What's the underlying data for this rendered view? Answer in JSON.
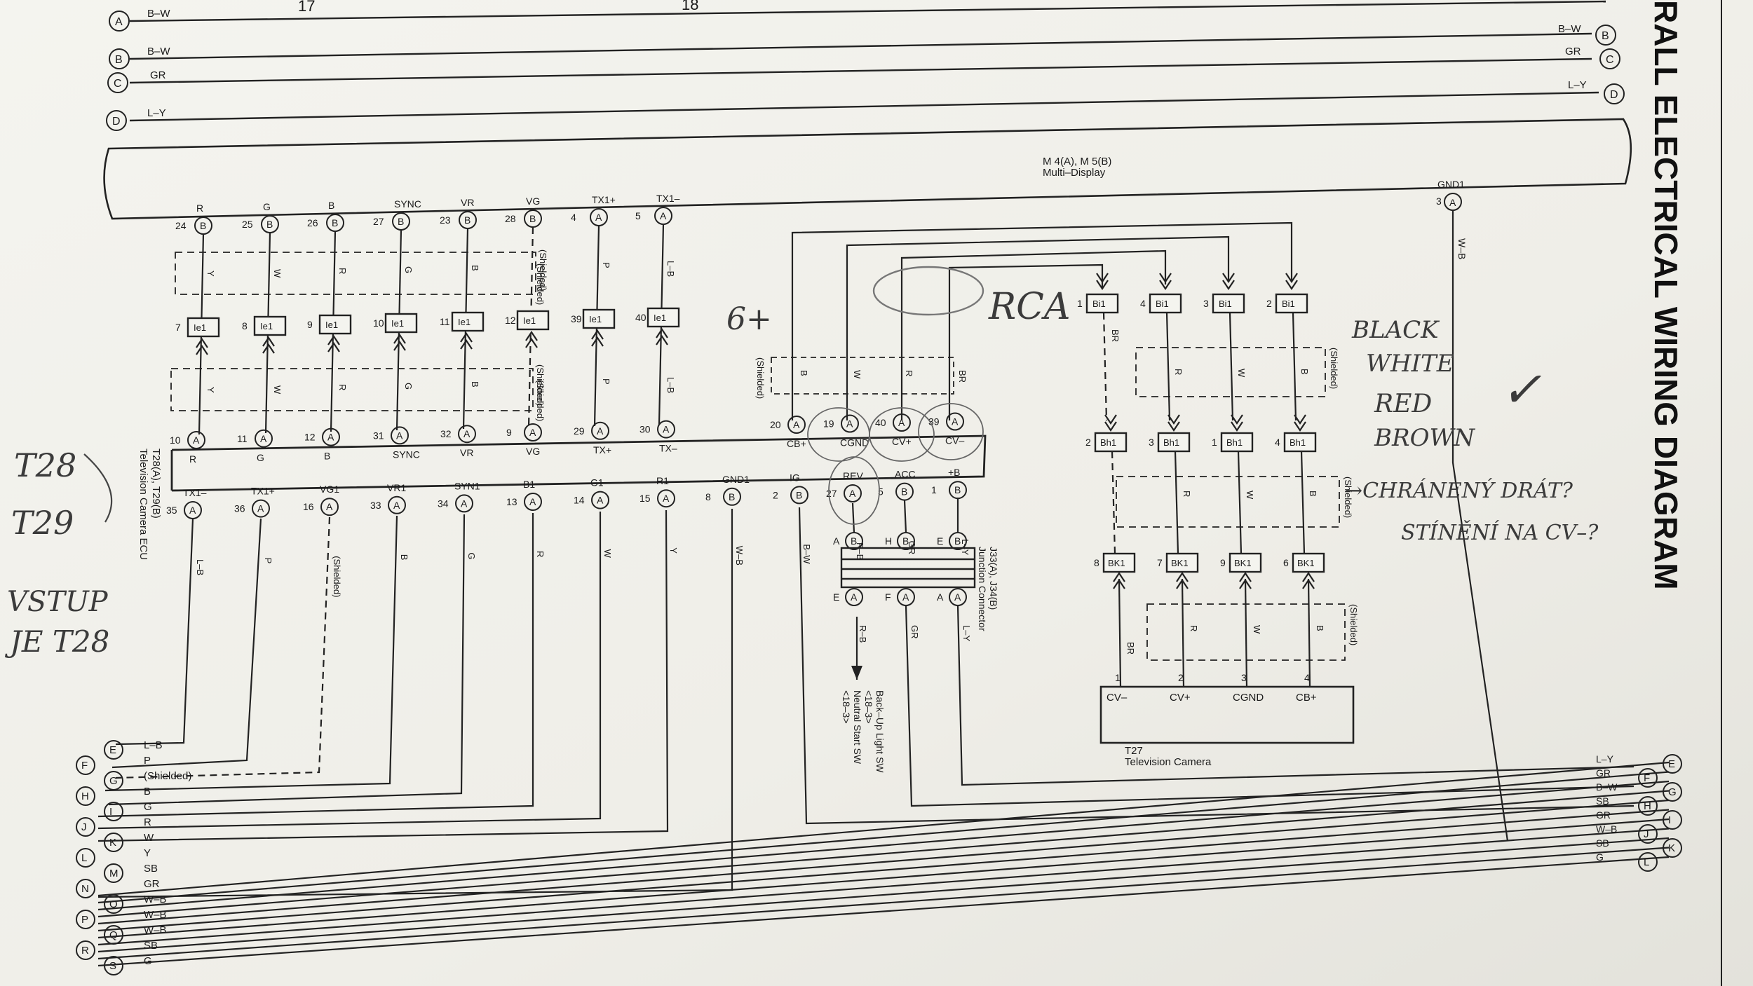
{
  "title": "RALL ELECTRICAL WIRING DIAGRAM",
  "page_numbers": [
    "17",
    "18"
  ],
  "top_buses": [
    {
      "left": "A",
      "left_color": "B–W",
      "right": "",
      "right_color": ""
    },
    {
      "left": "B",
      "left_color": "B–W",
      "right": "B",
      "right_color": "B–W"
    },
    {
      "left": "C",
      "left_color": "GR",
      "right": "C",
      "right_color": "GR"
    },
    {
      "left": "D",
      "left_color": "L–Y",
      "right": "D",
      "right_color": "L–Y"
    }
  ],
  "multi_display": {
    "line1": "M 4(A), M 5(B)",
    "line2": "Multi–Display",
    "gnd_label": "GND1",
    "gnd_pin": "3",
    "gnd_conn": "A",
    "gnd_color": "W–B"
  },
  "display_pins": [
    {
      "name": "R",
      "num": "24",
      "conn": "B",
      "wire": "Y",
      "ie": "Ie1",
      "ie_num": "7",
      "lower_wire": "Y"
    },
    {
      "name": "G",
      "num": "25",
      "conn": "B",
      "wire": "W",
      "ie": "Ie1",
      "ie_num": "8",
      "lower_wire": "W"
    },
    {
      "name": "B",
      "num": "26",
      "conn": "B",
      "wire": "R",
      "ie": "Ie1",
      "ie_num": "9",
      "lower_wire": "R"
    },
    {
      "name": "SYNC",
      "num": "27",
      "conn": "B",
      "wire": "G",
      "ie": "Ie1",
      "ie_num": "10",
      "lower_wire": "G"
    },
    {
      "name": "VR",
      "num": "23",
      "conn": "B",
      "wire": "B",
      "ie": "Ie1",
      "ie_num": "11",
      "lower_wire": "B"
    },
    {
      "name": "VG",
      "num": "28",
      "conn": "B",
      "wire": "(Shielded)",
      "ie": "Ie1",
      "ie_num": "12",
      "lower_wire": "(Shielded)"
    },
    {
      "name": "TX1+",
      "num": "4",
      "conn": "A",
      "wire": "P",
      "ie": "Ie1",
      "ie_num": "39",
      "lower_wire": "P"
    },
    {
      "name": "TX1–",
      "num": "5",
      "conn": "A",
      "wire": "L–B",
      "ie": "Ie1",
      "ie_num": "40",
      "lower_wire": "L–B"
    }
  ],
  "ecu": {
    "label1": "T28(A), T29(B)",
    "label2": "Television Camera ECU",
    "upper_pins": [
      {
        "num": "10",
        "conn": "A",
        "name": "R"
      },
      {
        "num": "11",
        "conn": "A",
        "name": "G"
      },
      {
        "num": "12",
        "conn": "A",
        "name": "B"
      },
      {
        "num": "31",
        "conn": "A",
        "name": "SYNC"
      },
      {
        "num": "32",
        "conn": "A",
        "name": "VR"
      },
      {
        "num": "9",
        "conn": "A",
        "name": "VG"
      },
      {
        "num": "29",
        "conn": "A",
        "name": "TX+"
      },
      {
        "num": "30",
        "conn": "A",
        "name": "TX–"
      }
    ],
    "cam_pins": [
      {
        "num": "20",
        "conn": "A",
        "name": "CB+",
        "wire": "B"
      },
      {
        "num": "19",
        "conn": "A",
        "name": "CGND",
        "wire": "W"
      },
      {
        "num": "40",
        "conn": "A",
        "name": "CV+",
        "wire": "R"
      },
      {
        "num": "39",
        "conn": "A",
        "name": "CV–",
        "wire": "BR"
      }
    ],
    "lower_pins": [
      {
        "name": "TX1–",
        "num": "35",
        "conn": "A",
        "wire": "L–B"
      },
      {
        "name": "TX1+",
        "num": "36",
        "conn": "A",
        "wire": "P"
      },
      {
        "name": "VG1",
        "num": "16",
        "conn": "A",
        "wire": "(Shielded)"
      },
      {
        "name": "VR1",
        "num": "33",
        "conn": "A",
        "wire": "B"
      },
      {
        "name": "SYN1",
        "num": "34",
        "conn": "A",
        "wire": "G"
      },
      {
        "name": "B1",
        "num": "13",
        "conn": "A",
        "wire": "R"
      },
      {
        "name": "G1",
        "num": "14",
        "conn": "A",
        "wire": "W"
      },
      {
        "name": "R1",
        "num": "15",
        "conn": "A",
        "wire": "Y"
      },
      {
        "name": "GND1",
        "num": "8",
        "conn": "B",
        "wire": "W–B"
      },
      {
        "name": "IG",
        "num": "2",
        "conn": "B",
        "wire": "B–W"
      },
      {
        "name": "REV",
        "num": "27",
        "conn": "A",
        "wire": "R–B"
      },
      {
        "name": "ACC",
        "num": "5",
        "conn": "B",
        "wire": "GR"
      },
      {
        "name": "+B",
        "num": "1",
        "conn": "B",
        "wire": "L–Y"
      }
    ],
    "shielded": "(Shielded)"
  },
  "junction": {
    "label1": "J33(A), J34(B)",
    "label2": "Junction Connector",
    "top_pins": [
      {
        "pin": "A",
        "conn": "B"
      },
      {
        "pin": "H",
        "conn": "B"
      },
      {
        "pin": "E",
        "conn": "B"
      }
    ],
    "bottom_pins": [
      {
        "pin": "E",
        "conn": "A",
        "wire": "R–B"
      },
      {
        "pin": "F",
        "conn": "A",
        "wire": "GR"
      },
      {
        "pin": "A",
        "conn": "A",
        "wire": "L–Y"
      }
    ],
    "backup_sw": "Back–Up Light SW",
    "backup_ref": "<18–3>",
    "neutral_sw": "Neutral Start SW",
    "neutral_ref": "<18–3>"
  },
  "camera_chain": {
    "bi1": [
      {
        "num": "1",
        "label": "Bi1",
        "wire": "BR"
      },
      {
        "num": "4",
        "label": "Bi1",
        "wire": "R"
      },
      {
        "num": "3",
        "label": "Bi1",
        "wire": "W"
      },
      {
        "num": "2",
        "label": "Bi1",
        "wire": "B"
      }
    ],
    "bh1": [
      {
        "num": "2",
        "label": "Bh1",
        "wire": "BR"
      },
      {
        "num": "3",
        "label": "Bh1",
        "wire": "R"
      },
      {
        "num": "1",
        "label": "Bh1",
        "wire": "W"
      },
      {
        "num": "4",
        "label": "Bh1",
        "wire": "B"
      }
    ],
    "bk1": [
      {
        "num": "8",
        "label": "BK1",
        "wire": "BR"
      },
      {
        "num": "7",
        "label": "BK1",
        "wire": "R"
      },
      {
        "num": "9",
        "label": "BK1",
        "wire": "W"
      },
      {
        "num": "6",
        "label": "BK1",
        "wire": "B"
      }
    ],
    "camera_pins": [
      {
        "num": "1",
        "name": "CV–"
      },
      {
        "num": "2",
        "name": "CV+"
      },
      {
        "num": "3",
        "name": "CGND"
      },
      {
        "num": "4",
        "name": "CB+"
      }
    ],
    "camera_label1": "T27",
    "camera_label2": "Television Camera",
    "shielded": "(Shielded)"
  },
  "bottom_buses": {
    "left": [
      {
        "circle": "E",
        "color": "L–B"
      },
      {
        "circle": "F",
        "color": "P"
      },
      {
        "circle": "G",
        "color": "(Shielded)"
      },
      {
        "circle": "H",
        "color": "B"
      },
      {
        "circle": "I",
        "color": "G"
      },
      {
        "circle": "J",
        "color": "R"
      },
      {
        "circle": "K",
        "color": "W"
      },
      {
        "circle": "L",
        "color": "Y"
      },
      {
        "circle": "M",
        "color": "SB"
      },
      {
        "circle": "N",
        "color": "GR"
      },
      {
        "circle": "O",
        "color": "W–B"
      },
      {
        "circle": "P",
        "color": "W–B"
      },
      {
        "circle": "Q",
        "color": "W–B"
      },
      {
        "circle": "R",
        "color": "SB"
      },
      {
        "circle": "S",
        "color": "G"
      }
    ],
    "right": [
      {
        "circle": "E",
        "color": "L–Y"
      },
      {
        "circle": "F",
        "color": "GR"
      },
      {
        "circle": "G",
        "color": "B–W"
      },
      {
        "circle": "H",
        "color": "SB"
      },
      {
        "circle": "I",
        "color": "GR"
      },
      {
        "circle": "J",
        "color": "W–B"
      },
      {
        "circle": "K",
        "color": "SB"
      },
      {
        "circle": "L",
        "color": "G"
      }
    ]
  },
  "handwriting": {
    "rca": "RCA",
    "colors": [
      "BLACK",
      "WHITE",
      "RED",
      "BROWN"
    ],
    "note1": "→CHRÁNENÝ DRÁT?",
    "note2": "STÍNĚNÍ NA CV–?",
    "t28": "T28",
    "t29": "T29",
    "vstup": "VSTUP",
    "je_t28": "JE T28",
    "check": "✓",
    "margin": "6+"
  }
}
